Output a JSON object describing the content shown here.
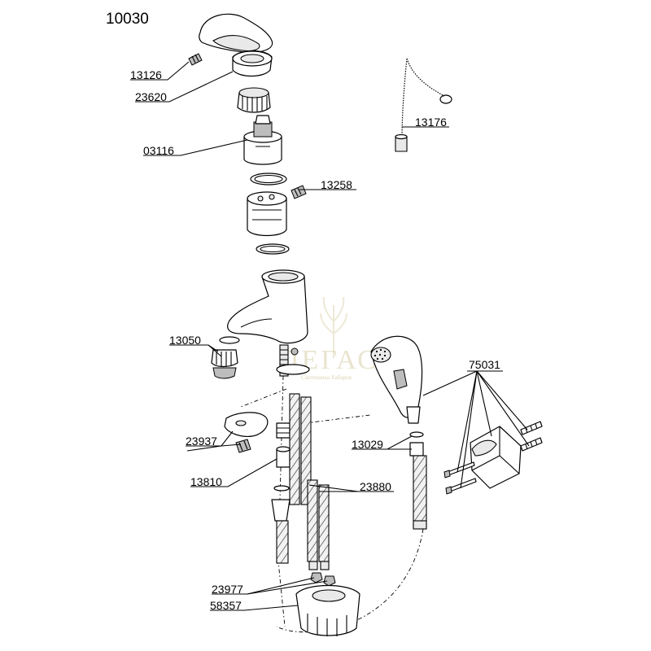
{
  "title": "10030",
  "watermark": {
    "text": "ПЕГАС",
    "sub": "Сантехника Хабаров",
    "color": "#d8cfa8"
  },
  "labels": {
    "p13126": "13126",
    "p23620": "23620",
    "p03116": "03116",
    "p13258": "13258",
    "p13176": "13176",
    "p13050": "13050",
    "p75031": "75031",
    "p23937": "23937",
    "p13029": "13029",
    "p13810": "13810",
    "p23880": "23880",
    "p23977": "23977",
    "p58357": "58357"
  }
}
